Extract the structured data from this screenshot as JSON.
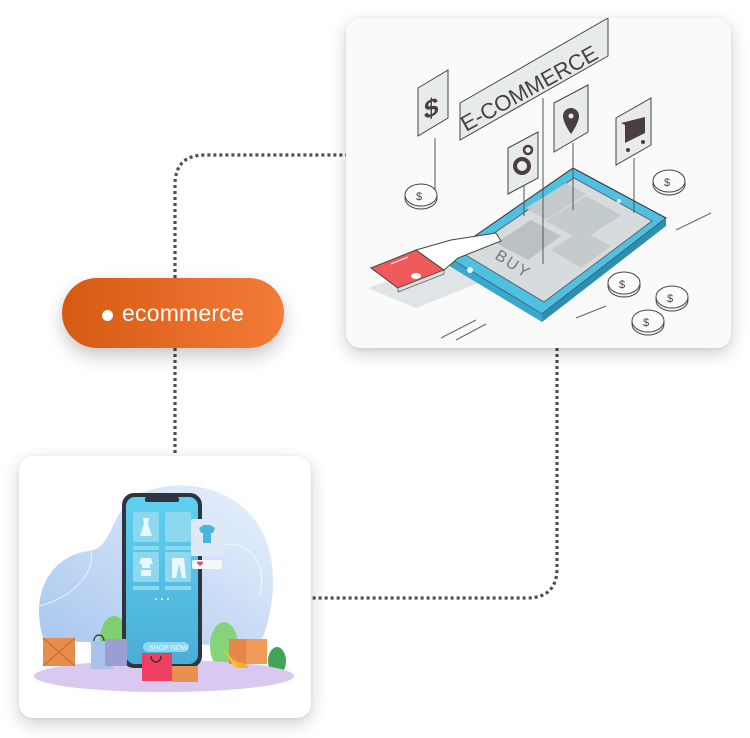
{
  "node": {
    "label": "ecommerce",
    "bullet_icon": "dot-icon",
    "colors": {
      "gradient_start": "#d55a13",
      "gradient_end": "#f47c38",
      "text": "#ffffff"
    }
  },
  "images": [
    {
      "name": "ecommerce-isometric-illustration",
      "sign_text": "E-COMMERCE",
      "button_text": "BUY",
      "icons": [
        "dollar-icon",
        "gear-icon",
        "location-pin-icon",
        "shopping-cart-icon",
        "coin-icon"
      ]
    },
    {
      "name": "mobile-shopping-illustration",
      "button_text": "SHOP NOW",
      "icons": [
        "dress-icon",
        "tshirt-icon",
        "outfit-icon",
        "pants-icon",
        "heart-icon",
        "shopping-bag-icon",
        "high-heels-icon",
        "box-icon"
      ]
    }
  ],
  "connector": {
    "style": "dotted",
    "color": "#4a4a4a"
  }
}
